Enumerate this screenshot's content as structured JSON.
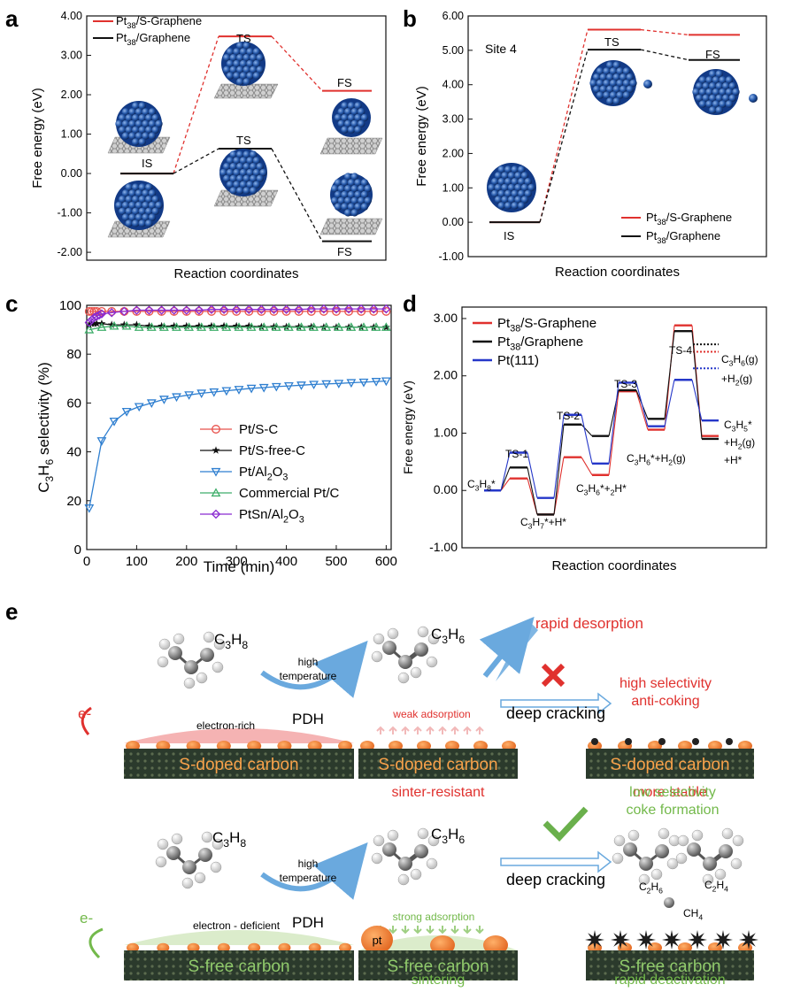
{
  "panels": {
    "a": {
      "letter": "a",
      "ylabel": "Free energy (eV)",
      "xlabel": "Reaction coordinates",
      "yticks": [
        "4.00",
        "3.00",
        "2.00",
        "1.00",
        "0.00",
        "-1.00",
        "-2.00"
      ],
      "ylim": [
        -2.2,
        4.0
      ],
      "legend": [
        {
          "pre": "Pt",
          "sub": "38",
          "post": "/S-Graphene",
          "color": "#e0312e"
        },
        {
          "pre": "Pt",
          "sub": "38",
          "post": "/Graphene",
          "color": "#111111"
        }
      ],
      "states": [
        "IS",
        "TS",
        "FS"
      ],
      "series": [
        {
          "name": "Pt38/S-Graphene",
          "color": "#e0312e",
          "values": [
            0.0,
            3.48,
            2.1
          ]
        },
        {
          "name": "Pt38/Graphene",
          "color": "#111111",
          "values": [
            0.0,
            0.63,
            -1.72
          ]
        }
      ]
    },
    "b": {
      "letter": "b",
      "annotation": "Site 4",
      "ylabel": "Free energy (eV)",
      "xlabel": "Reaction coordinates",
      "yticks": [
        "6.00",
        "5.00",
        "4.00",
        "3.00",
        "2.00",
        "1.00",
        "0.00",
        "-1.00"
      ],
      "ylim": [
        -1.0,
        6.0
      ],
      "legend": [
        {
          "pre": "Pt",
          "sub": "38",
          "post": "/S-Graphene",
          "color": "#e0312e"
        },
        {
          "pre": "Pt",
          "sub": "38",
          "post": "/Graphene",
          "color": "#111111"
        }
      ],
      "states": [
        "IS",
        "TS",
        "FS"
      ],
      "series": [
        {
          "name": "Pt38/S-Graphene",
          "color": "#e0312e",
          "values": [
            0.0,
            5.6,
            5.45
          ]
        },
        {
          "name": "Pt38/Graphene",
          "color": "#111111",
          "values": [
            0.0,
            5.02,
            4.72
          ]
        }
      ]
    },
    "c": {
      "letter": "c",
      "ylabel_pre": "C",
      "ylabel_sub1": "3",
      "ylabel_mid": "H",
      "ylabel_sub2": "6",
      "ylabel_post": " selectivity (%)",
      "xlabel": "Time (min)",
      "yticks": [
        "0",
        "20",
        "40",
        "60",
        "80",
        "100"
      ],
      "xticks": [
        "0",
        "100",
        "200",
        "300",
        "400",
        "500",
        "600"
      ],
      "legend": [
        {
          "pre": "Pt/S-C",
          "sub": "",
          "post": "",
          "color": "#e8504a",
          "marker": "circle"
        },
        {
          "pre": "Pt/S-free-C",
          "sub": "",
          "post": "",
          "color": "#111111",
          "marker": "star"
        },
        {
          "pre": "Pt/Al",
          "sub": "2",
          "post": "O",
          "sub2": "3",
          "color": "#2f7fd0",
          "marker": "tri-down"
        },
        {
          "pre": "Commercial Pt/C",
          "sub": "",
          "post": "",
          "color": "#3fae6a",
          "marker": "tri-up"
        },
        {
          "pre": "PtSn/Al",
          "sub": "2",
          "post": "O",
          "sub2": "3",
          "color": "#8a2bd0",
          "marker": "diamond"
        }
      ]
    },
    "d": {
      "letter": "d",
      "ylabel": "Free energy (eV)",
      "xlabel": "Reaction coordinates",
      "yticks": [
        "3.00",
        "2.00",
        "1.00",
        "0.00",
        "-1.00"
      ],
      "ylim": [
        -1.0,
        3.2
      ],
      "legend": [
        {
          "pre": "Pt",
          "sub": "38",
          "post": "/S-Graphene",
          "color": "#e0312e"
        },
        {
          "pre": "Pt",
          "sub": "38",
          "post": "/Graphene",
          "color": "#111111"
        },
        {
          "pre": "Pt(111)",
          "sub": "",
          "post": "",
          "color": "#2537c9"
        }
      ],
      "ts_labels": [
        "TS-1",
        "TS-2",
        "TS-3",
        "TS-4"
      ],
      "state_labels": {
        "c3h8": "C3H8*",
        "c3h7": "C3H7*+H*",
        "c3h6_2h": "C3H6*+2H*",
        "c3h6_h2": "C3H6*+H2(g)",
        "c3h6g": "C3H6(g)",
        "h2g": "+H2(g)",
        "c3h5": "C3H5*",
        "h2g2": "+H2(g)",
        "h": "+H*"
      }
    },
    "e": {
      "letter": "e",
      "top": {
        "reactant": "C3H8",
        "product": "C3H6",
        "arrow_label1": "high",
        "arrow_label2": "temperature",
        "pdh": "PDH",
        "electron": "e-",
        "surface_note": "electron-rich",
        "support1": "S-doped carbon",
        "adsorption": "weak adsorption",
        "support2": "S-doped carbon",
        "note2": "sinter-resistant",
        "desorption": "rapid desorption",
        "cracking": "deep cracking",
        "result1": "high selectivity",
        "result2": "anti-coking",
        "support3": "S-doped carbon",
        "note3": "more stable"
      },
      "bottom": {
        "reactant": "C3H8",
        "product": "C3H6",
        "arrow_label1": "high",
        "arrow_label2": "temperature",
        "pdh": "PDH",
        "electron": "e-",
        "surface_note": "electron - deficient",
        "support1": "S-free carbon",
        "adsorption": "strong adsorption",
        "pt_label": "pt",
        "support2": "S-free carbon",
        "note2": "sintering",
        "cracking": "deep cracking",
        "result1": "low selectivity",
        "result2": "coke formation",
        "c2h6": "C2H6",
        "c2h4": "C2H4",
        "ch4": "CH4",
        "support3": "S-free carbon",
        "note3": "rapid deactivation"
      }
    }
  },
  "chart_data": [
    {
      "type": "line",
      "panel": "a",
      "title": "",
      "xlabel": "Reaction coordinates",
      "ylabel": "Free energy (eV)",
      "categories": [
        "IS",
        "TS",
        "FS"
      ],
      "ylim": [
        -2.2,
        4.0
      ],
      "series": [
        {
          "name": "Pt38/S-Graphene",
          "values": [
            0.0,
            3.48,
            2.1
          ]
        },
        {
          "name": "Pt38/Graphene",
          "values": [
            0.0,
            0.63,
            -1.72
          ]
        }
      ]
    },
    {
      "type": "line",
      "panel": "b",
      "title": "",
      "xlabel": "Reaction coordinates",
      "ylabel": "Free energy (eV)",
      "categories": [
        "IS",
        "TS",
        "FS"
      ],
      "ylim": [
        -1.0,
        6.0
      ],
      "series": [
        {
          "name": "Pt38/S-Graphene",
          "values": [
            0.0,
            5.6,
            5.45
          ]
        },
        {
          "name": "Pt38/Graphene",
          "values": [
            0.0,
            5.02,
            4.72
          ]
        }
      ]
    },
    {
      "type": "scatter",
      "panel": "c",
      "title": "",
      "xlabel": "Time (min)",
      "ylabel": "C3H6 selectivity (%)",
      "xlim": [
        0,
        610
      ],
      "ylim": [
        0,
        100
      ],
      "series": [
        {
          "name": "Pt/S-C",
          "x": [
            5,
            10,
            15,
            20,
            30,
            50,
            75,
            100,
            125,
            150,
            175,
            200,
            225,
            250,
            275,
            300,
            325,
            350,
            375,
            400,
            425,
            450,
            475,
            500,
            525,
            550,
            575,
            600
          ],
          "values": [
            97.5,
            97.5,
            97.5,
            97.5,
            97.5,
            97.5,
            97.5,
            97.5,
            97.5,
            97.5,
            97.5,
            97.5,
            97.5,
            97.5,
            97.5,
            97.5,
            97.5,
            97.5,
            97.5,
            97.5,
            97.5,
            97.5,
            97.5,
            97.5,
            97.5,
            97.5,
            97.5,
            97.5
          ]
        },
        {
          "name": "Pt/S-free-C",
          "x": [
            5,
            10,
            15,
            20,
            30,
            50,
            75,
            100,
            125,
            150,
            175,
            200,
            225,
            250,
            275,
            300,
            325,
            350,
            375,
            400,
            425,
            450,
            475,
            500,
            525,
            550,
            575,
            600
          ],
          "values": [
            92,
            92.5,
            92.5,
            92.5,
            92.5,
            92,
            92,
            92,
            91.5,
            91.5,
            91.5,
            91.5,
            91.5,
            91.5,
            91.5,
            91.5,
            91.5,
            91.2,
            91.2,
            91.2,
            91.2,
            91.2,
            91,
            91,
            91,
            91,
            91,
            91
          ]
        },
        {
          "name": "Pt/Al2O3",
          "x": [
            5,
            30,
            55,
            80,
            105,
            130,
            155,
            180,
            205,
            230,
            255,
            280,
            305,
            330,
            355,
            380,
            405,
            430,
            455,
            480,
            505,
            530,
            555,
            580,
            600
          ],
          "values": [
            17,
            44.5,
            52.5,
            56.5,
            58.5,
            60,
            61.5,
            62.5,
            63.3,
            64,
            64.5,
            65,
            65.5,
            66,
            66.3,
            66.7,
            67,
            67.3,
            67.6,
            67.8,
            68,
            68.3,
            68.5,
            68.8,
            69
          ]
        },
        {
          "name": "Commercial Pt/C",
          "x": [
            5,
            30,
            55,
            80,
            105,
            130,
            155,
            180,
            205,
            230,
            255,
            280,
            305,
            330,
            355,
            380,
            405,
            430,
            455,
            480,
            505,
            530,
            555,
            580,
            600
          ],
          "values": [
            90,
            91,
            91.5,
            91.5,
            91,
            91,
            91,
            91,
            91,
            91,
            91,
            91,
            91,
            91,
            91,
            91,
            91,
            91,
            91,
            91,
            91,
            91,
            91,
            91,
            91
          ]
        },
        {
          "name": "PtSn/Al2O3",
          "x": [
            5,
            10,
            15,
            20,
            25,
            30,
            50,
            75,
            100,
            125,
            150,
            175,
            200,
            225,
            250,
            275,
            300,
            325,
            350,
            375,
            400,
            425,
            450,
            475,
            500,
            525,
            550,
            575,
            600
          ],
          "values": [
            93,
            94,
            95,
            95.5,
            96,
            96.5,
            97,
            97.5,
            98,
            98,
            98,
            98,
            98,
            98,
            98.3,
            98.3,
            98.3,
            98.3,
            98.3,
            98.3,
            98.3,
            98.3,
            98.5,
            98.5,
            98.5,
            98.5,
            98.5,
            98.5,
            98.5
          ]
        }
      ]
    },
    {
      "type": "line",
      "panel": "d",
      "title": "",
      "xlabel": "Reaction coordinates",
      "ylabel": "Free energy (eV)",
      "categories": [
        "C3H8*",
        "TS-1",
        "C3H7*+H*",
        "TS-2",
        "C3H6*+2H*",
        "TS-3",
        "C3H6*+H2(g)",
        "TS-4",
        "C3H6(g)+H2(g) / C3H5*+H2(g)+H*"
      ],
      "ylim": [
        -1.0,
        3.2
      ],
      "series": [
        {
          "name": "Pt38/S-Graphene",
          "values": [
            0.0,
            0.21,
            -0.42,
            0.58,
            0.27,
            1.73,
            1.06,
            2.88,
            2.42,
            0.95
          ]
        },
        {
          "name": "Pt38/Graphene",
          "values": [
            0.0,
            0.4,
            -0.42,
            1.15,
            0.95,
            1.75,
            1.25,
            2.78,
            2.55,
            0.9
          ]
        },
        {
          "name": "Pt(111)",
          "values": [
            0.0,
            0.66,
            -0.13,
            1.32,
            0.47,
            1.88,
            1.12,
            1.93,
            2.13,
            1.22
          ]
        }
      ]
    }
  ]
}
